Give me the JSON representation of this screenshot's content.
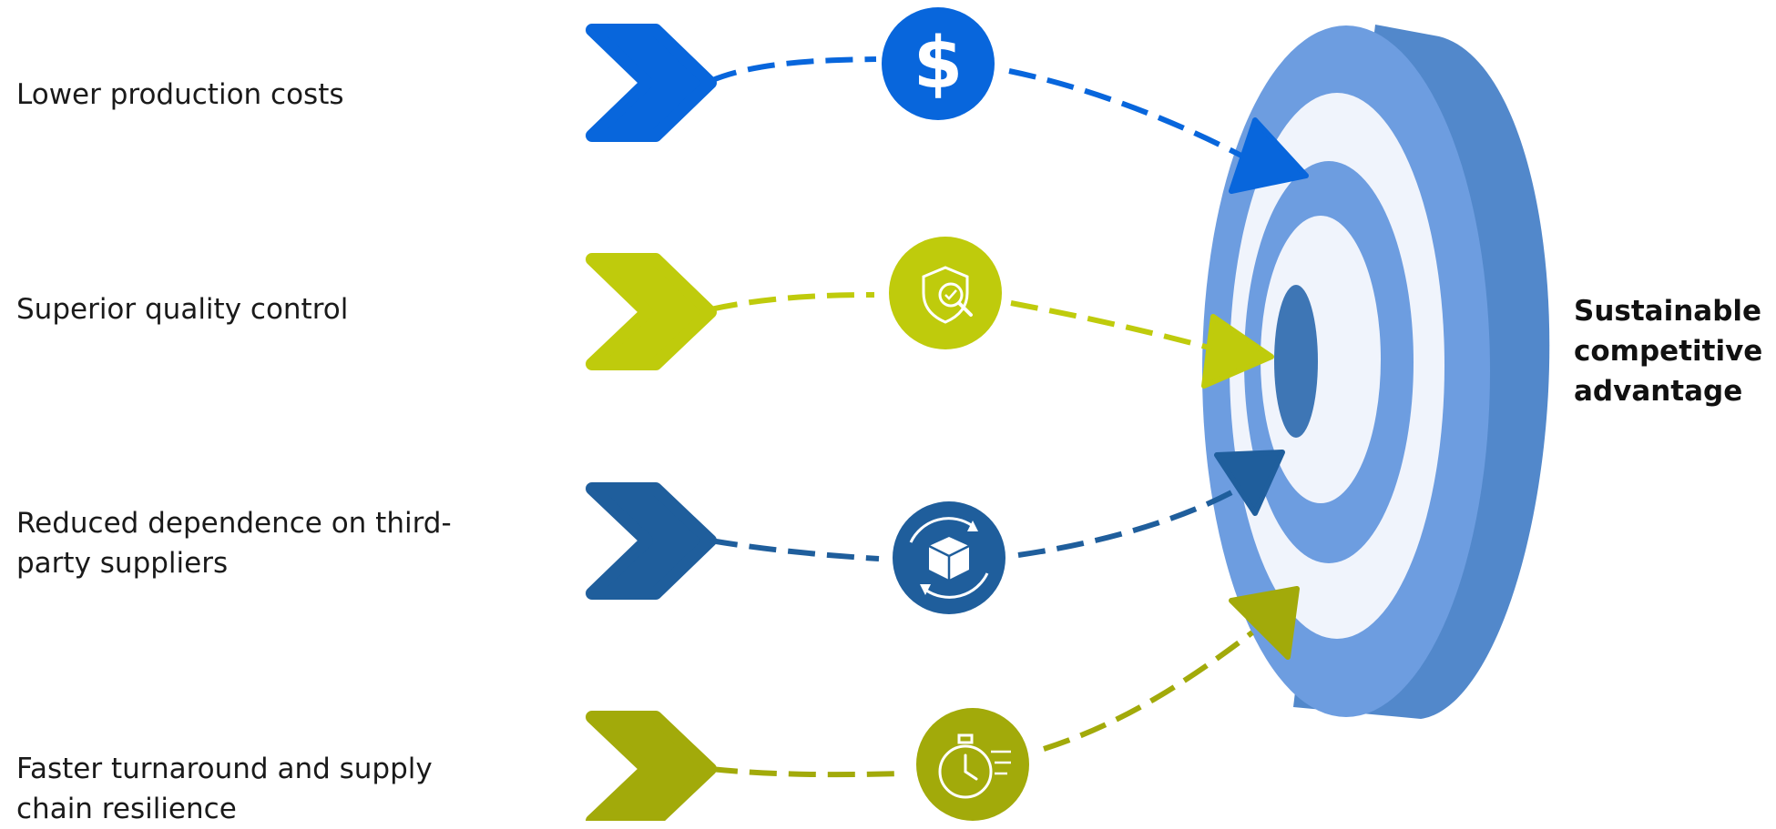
{
  "benefits": [
    {
      "label": "Lower production costs",
      "color": "#0866dc",
      "icon": "dollar-icon"
    },
    {
      "label": "Superior quality control",
      "color": "#bfcb0c",
      "icon": "quality-shield-icon"
    },
    {
      "label": "Reduced dependence on third-party suppliers",
      "color": "#1f5e9c",
      "icon": "box-cycle-icon"
    },
    {
      "label": "Faster turnaround and supply chain resilience",
      "color": "#a2aa0a",
      "icon": "stopwatch-icon"
    }
  ],
  "goal": {
    "label": "Sustainable competitive advantage",
    "icon": "target-icon"
  },
  "colors": {
    "target_outer": "#6d9de0",
    "target_side": "#5288cb",
    "target_white": "#f0f4fc",
    "target_center": "#3e76b5"
  }
}
